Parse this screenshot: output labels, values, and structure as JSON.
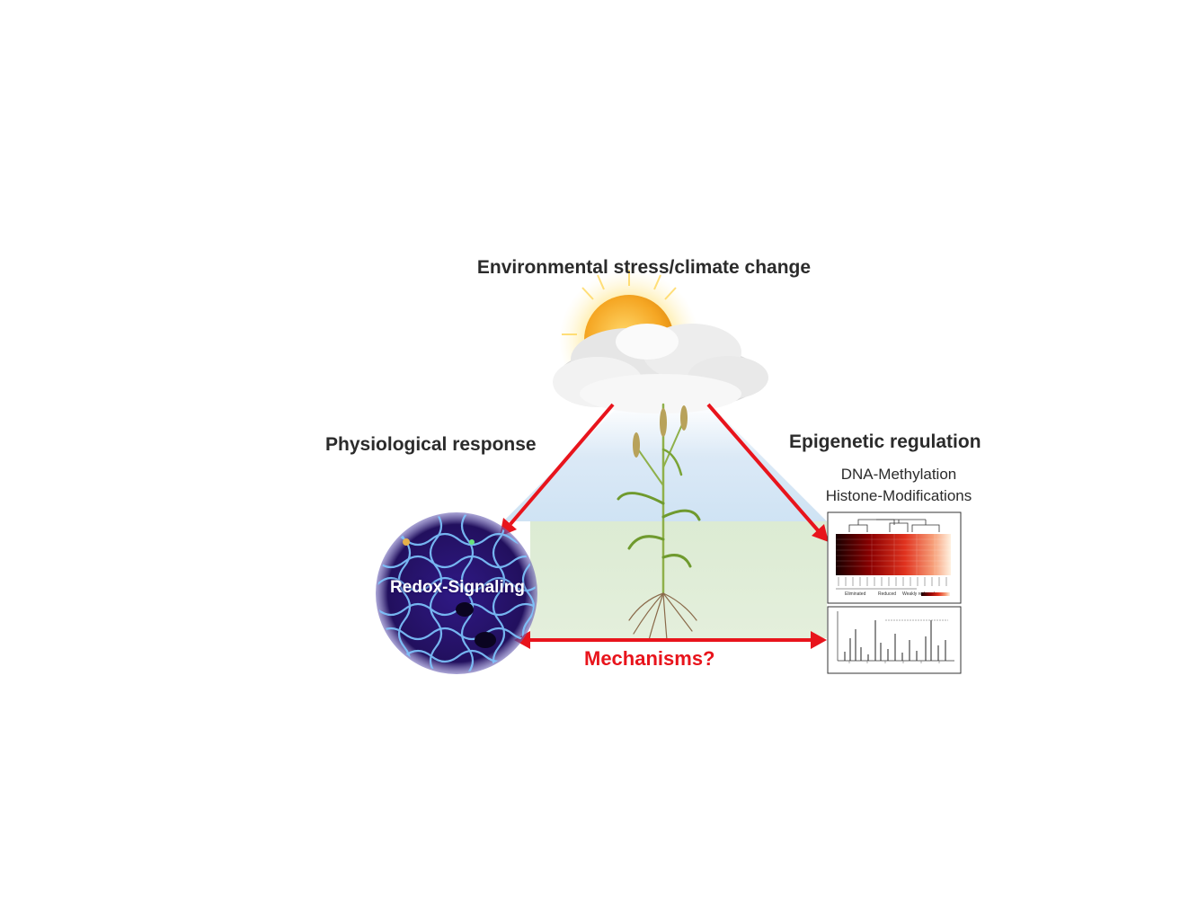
{
  "title": "Environmental stress/climate change",
  "left_label": "Physiological response",
  "right_label": "Epigenetic regulation",
  "right_items": [
    "DNA-Methylation",
    "Histone-Modifications"
  ],
  "circle_label": "Redox-Signaling",
  "bottom_label": "Mechanisms?",
  "heatmap_legend": [
    "Eliminated",
    "Reduced",
    "Weakly reduced"
  ],
  "colors": {
    "arrow": "#e8141c",
    "sky": "#cfe3f4",
    "ground": "#dcebd3",
    "cell_bg": "#2a1470",
    "cell_walls": "#7fc7ff"
  },
  "icons": [
    "sun-icon",
    "cloud-icon",
    "wheat-plant-icon",
    "cell-micrograph-icon",
    "heatmap-icon",
    "mass-spectrum-icon"
  ]
}
